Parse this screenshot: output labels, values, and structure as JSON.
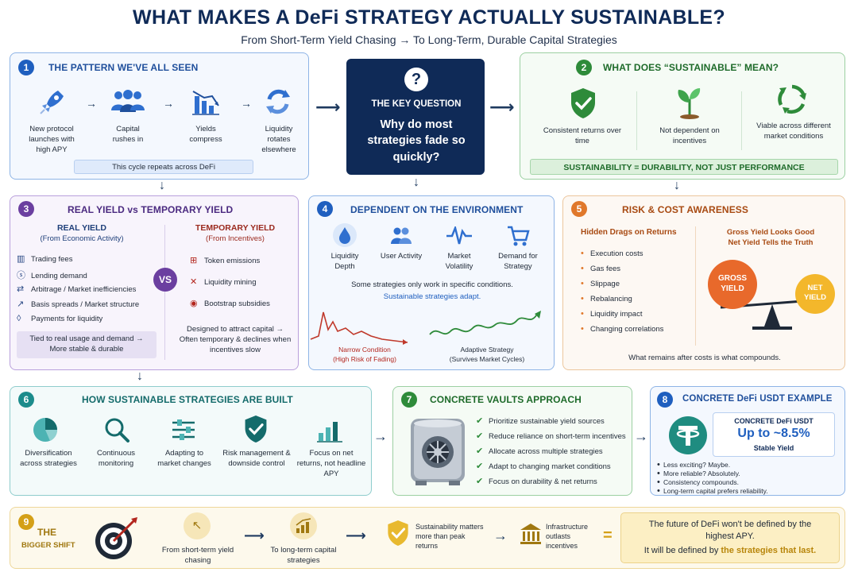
{
  "header": {
    "title": "WHAT MAKES A DeFi STRATEGY ACTUALLY SUSTAINABLE?",
    "subtitle": "From Short-Term Yield Chasing → To Long-Term, Durable Capital Strategies"
  },
  "panel1": {
    "number": "1",
    "title": "THE PATTERN WE'VE ALL SEEN",
    "steps": [
      "New protocol launches with high APY",
      "Capital rushes in",
      "Yields compress",
      "Liquidity rotates elsewhere"
    ],
    "footer": "This cycle repeats across DeFi"
  },
  "key_question": {
    "symbol": "?",
    "label": "THE KEY QUESTION",
    "question": "Why do most strategies fade so quickly?"
  },
  "panel2": {
    "number": "2",
    "title": "WHAT DOES “SUSTAINABLE” MEAN?",
    "items": [
      "Consistent returns over time",
      "Not dependent on incentives",
      "Viable across different market conditions"
    ],
    "footer": "SUSTAINABILITY = DURABILITY, NOT JUST PERFORMANCE"
  },
  "panel3": {
    "number": "3",
    "title": "REAL YIELD vs TEMPORARY YIELD",
    "real": {
      "heading": "REAL YIELD",
      "sub": "(From Economic Activity)",
      "items": [
        "Trading fees",
        "Lending demand",
        "Arbitrage / Market inefficiencies",
        "Basis spreads / Market structure",
        "Payments for liquidity"
      ],
      "note": "Tied to real usage and demand → More stable & durable"
    },
    "vs": "VS",
    "temp": {
      "heading": "TEMPORARY YIELD",
      "sub": "(From Incentives)",
      "items": [
        "Token emissions",
        "Liquidity mining",
        "Bootstrap subsidies"
      ],
      "note": "Designed to attract capital → Often temporary & declines when incentives slow"
    }
  },
  "panel4": {
    "number": "4",
    "title": "DEPENDENT ON THE ENVIRONMENT",
    "items": [
      "Liquidity Depth",
      "User Activity",
      "Market Volatility",
      "Demand for Strategy"
    ],
    "note": "Some strategies only work in specific conditions.",
    "note_accent": "Sustainable strategies adapt.",
    "chart_left": {
      "label": "Narrow Condition",
      "sub": "(High Risk of Fading)"
    },
    "chart_right": {
      "label": "Adaptive Strategy",
      "sub": "(Survives Market Cycles)"
    }
  },
  "panel5": {
    "number": "5",
    "title": "RISK & COST AWARENESS",
    "drags_heading": "Hidden Drags on Returns",
    "drags": [
      "Execution costs",
      "Gas fees",
      "Slippage",
      "Rebalancing",
      "Liquidity impact",
      "Changing correlations"
    ],
    "right_heading_1": "Gross Yield Looks Good",
    "right_heading_2": "Net Yield Tells the Truth",
    "gross": "GROSS YIELD",
    "net": "NET YIELD",
    "footer": "What remains after costs is what compounds."
  },
  "panel6": {
    "number": "6",
    "title": "HOW SUSTAINABLE STRATEGIES ARE BUILT",
    "items": [
      "Diversification across strategies",
      "Continuous monitoring",
      "Adapting to market changes",
      "Risk management & downside control",
      "Focus on net returns, not headline APY"
    ]
  },
  "panel7": {
    "number": "7",
    "title": "CONCRETE VAULTS APPROACH",
    "items": [
      "Prioritize sustainable yield sources",
      "Reduce reliance on short-term incentives",
      "Allocate across multiple strategies",
      "Adapt to changing market conditions",
      "Focus on durability & net returns"
    ]
  },
  "panel8": {
    "number": "8",
    "title": "CONCRETE DeFi USDT EXAMPLE",
    "card_title": "CONCRETE DeFi USDT",
    "rate": "Up to ~8.5%",
    "rate_label": "Stable Yield",
    "bullets": [
      "Less exciting? Maybe.",
      "More reliable? Absolutely.",
      "Consistency compounds.",
      "Long-term capital prefers reliability."
    ]
  },
  "panel9": {
    "number": "9",
    "title_1": "THE",
    "title_2": "BIGGER SHIFT",
    "steps": [
      "From short-term yield chasing",
      "To long-term capital strategies",
      "Sustainability matters more than peak returns",
      "Infrastructure outlasts incentives"
    ],
    "equals": "=",
    "conclusion_1": "The future of DeFi won't be defined by the highest APY.",
    "conclusion_2": "It will be defined by",
    "conclusion_accent": "the strategies that last."
  },
  "colors": {
    "navy": "#0f2a57",
    "blue": "#1f5fbf",
    "green": "#2e8b3a",
    "purple": "#6b3fa0",
    "red": "#b3261e",
    "orange": "#e0782b",
    "teal": "#1c8c8c",
    "gold": "#d4a017"
  }
}
